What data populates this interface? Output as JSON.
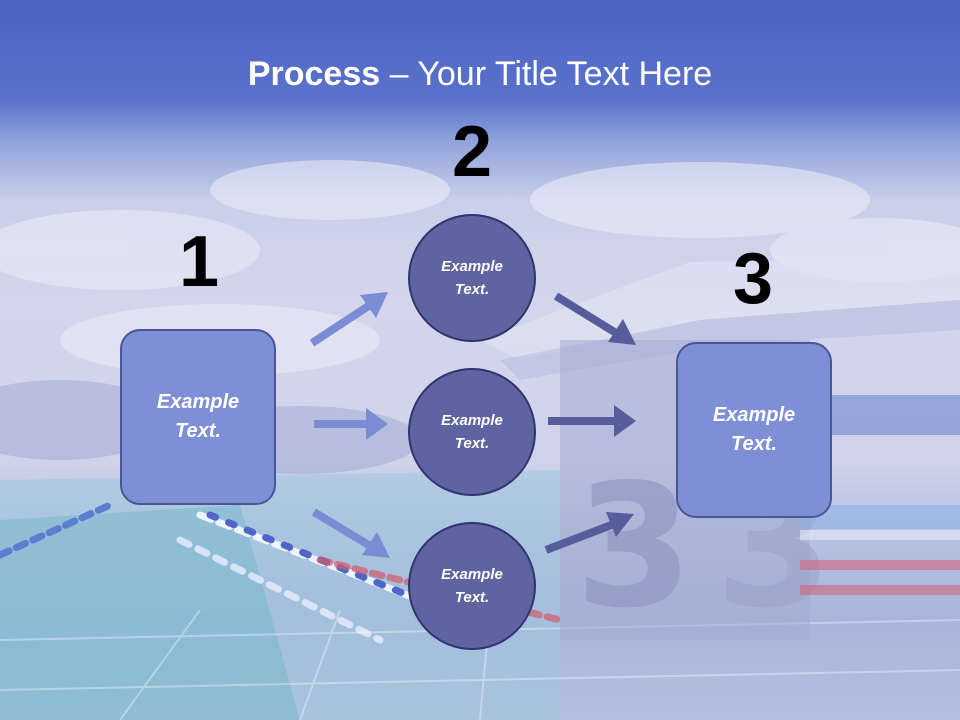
{
  "title": {
    "bold": "Process",
    "rest": " – Your Title Text Here"
  },
  "steps": [
    {
      "number": "1",
      "text": "Example Text."
    },
    {
      "number": "2",
      "circles": [
        "Example Text.",
        "Example Text.",
        "Example Text."
      ]
    },
    {
      "number": "3",
      "text": "Example Text."
    }
  ],
  "colors": {
    "box_fill": "#7f8fd6",
    "circle_fill": "#5f63a0",
    "arrow_light": "#7b8bd4",
    "arrow_dark": "#575c9c"
  }
}
